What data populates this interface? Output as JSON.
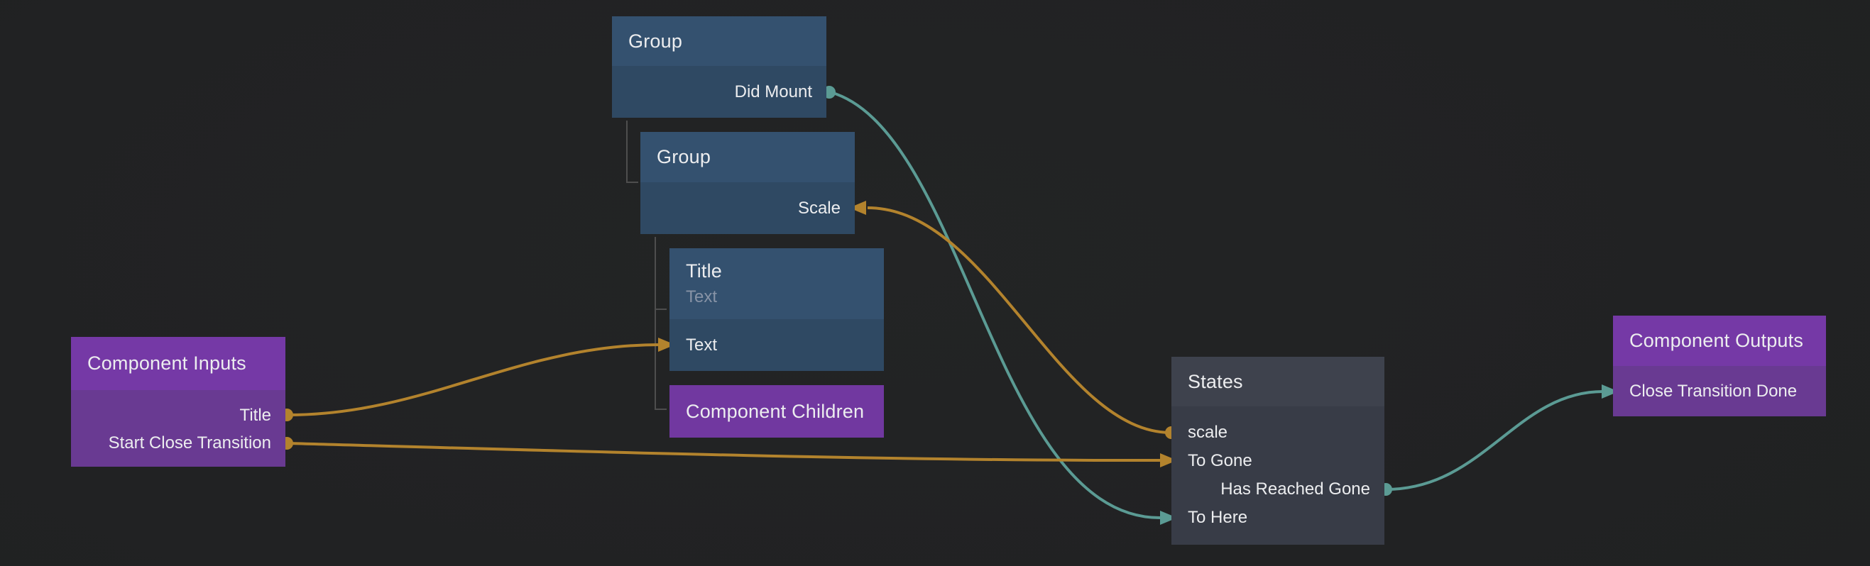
{
  "colors": {
    "teal": "#5b9b94",
    "orange": "#b3832d",
    "tree": "#4e4e4e",
    "purple": "#7539a6",
    "blue": "#34516f",
    "gray": "#3e424d"
  },
  "nodes": {
    "group_outer": {
      "title": "Group",
      "ports": {
        "did_mount": "Did Mount"
      }
    },
    "group_inner": {
      "title": "Group",
      "ports": {
        "scale": "Scale"
      }
    },
    "title_node": {
      "title": "Title",
      "subtitle": "Text",
      "ports": {
        "text": "Text"
      }
    },
    "component_children": {
      "title": "Component Children"
    },
    "component_inputs": {
      "title": "Component Inputs",
      "ports": {
        "title": "Title",
        "start_close_transition": "Start Close Transition"
      }
    },
    "states": {
      "title": "States",
      "ports": {
        "scale": "scale",
        "to_gone": "To Gone",
        "has_reached_gone": "Has Reached Gone",
        "to_here": "To Here"
      }
    },
    "component_outputs": {
      "title": "Component Outputs",
      "ports": {
        "close_transition_done": "Close Transition Done"
      }
    }
  }
}
